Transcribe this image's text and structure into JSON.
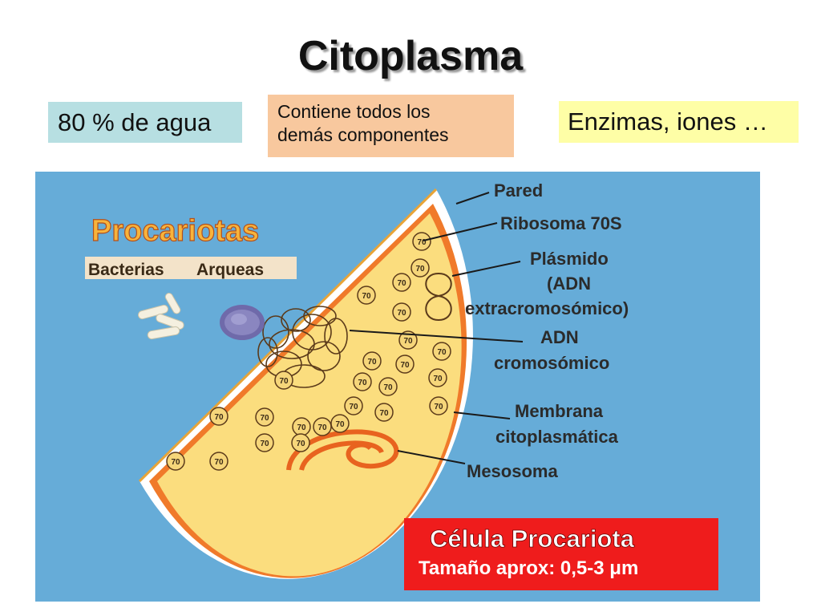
{
  "title": "Citoplasma",
  "boxes": {
    "water": "80 % de agua",
    "contains_line1": "Contiene todos los",
    "contains_line2": "demás componentes",
    "enzymes": "Enzimas, iones …"
  },
  "diagram": {
    "heading": "Procariotas",
    "tags": [
      "Bacterias",
      "Arqueas"
    ],
    "ribosome_label": "70",
    "labels": {
      "wall": "Pared",
      "ribosome": "Ribosoma 70S",
      "plasmid_1": "Plásmido",
      "plasmid_2": "(ADN",
      "plasmid_3": "extracromosómico)",
      "dna_1": "ADN",
      "dna_2": "cromosómico",
      "membrane_1": "Membrana",
      "membrane_2": "citoplasmática",
      "mesosome": "Mesosoma"
    },
    "caption_title": "Célula Procariota",
    "caption_size": "Tamaño aprox: 0,5-3 μm"
  },
  "colors": {
    "panel_bg": "#66acd8",
    "cytoplasm": "#fbdd7e",
    "membrane": "#f07a2a",
    "heading_fill": "#f7b43c",
    "caption_bg": "#ef1c1c"
  }
}
